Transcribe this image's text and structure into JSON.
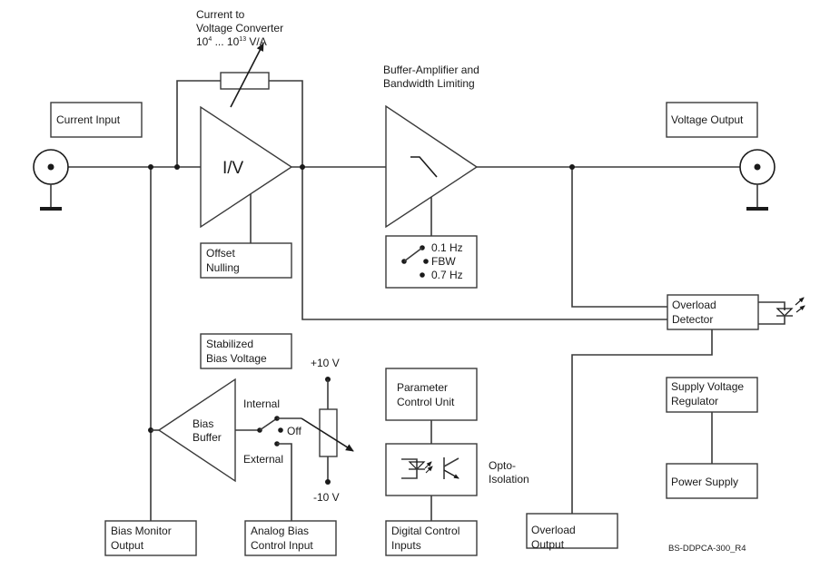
{
  "diagram": {
    "id_label": "BS-DDPCA-300_R4",
    "blocks": {
      "current_input": "Current Input",
      "voltage_output": "Voltage Output",
      "iv_amp": "I/V",
      "offset_nulling": [
        "Offset",
        "Nulling"
      ],
      "converter_title": [
        "Current to",
        "Voltage Converter"
      ],
      "converter_range": {
        "base1": "10",
        "exp1": "4",
        "mid": " ... 10",
        "exp2": "13",
        "unit": " V/A"
      },
      "buffer_title": [
        "Buffer-Amplifier and",
        "Bandwidth Limiting"
      ],
      "filter_options": [
        "0.1 Hz",
        "FBW",
        "0.7 Hz"
      ],
      "overload_detector": [
        "Overload",
        "Detector"
      ],
      "stabilized_bias": [
        "Stabilized",
        "Bias Voltage"
      ],
      "bias_buffer": [
        "Bias",
        "Buffer"
      ],
      "switch_internal": "Internal",
      "switch_off": "Off",
      "switch_external": "External",
      "plus_10v": "+10 V",
      "minus_10v": "-10 V",
      "parameter_control": [
        "Parameter",
        "Control Unit"
      ],
      "opto_isolation": [
        "Opto-",
        "Isolation"
      ],
      "digital_inputs": [
        "Digital Control",
        "Inputs"
      ],
      "overload_output": [
        "Overload",
        "Output"
      ],
      "supply_regulator": [
        "Supply Voltage",
        "Regulator"
      ],
      "power_supply": "Power Supply",
      "bias_monitor": [
        "Bias Monitor",
        "Output"
      ],
      "analog_bias": [
        "Analog Bias",
        "Control Input"
      ]
    }
  }
}
